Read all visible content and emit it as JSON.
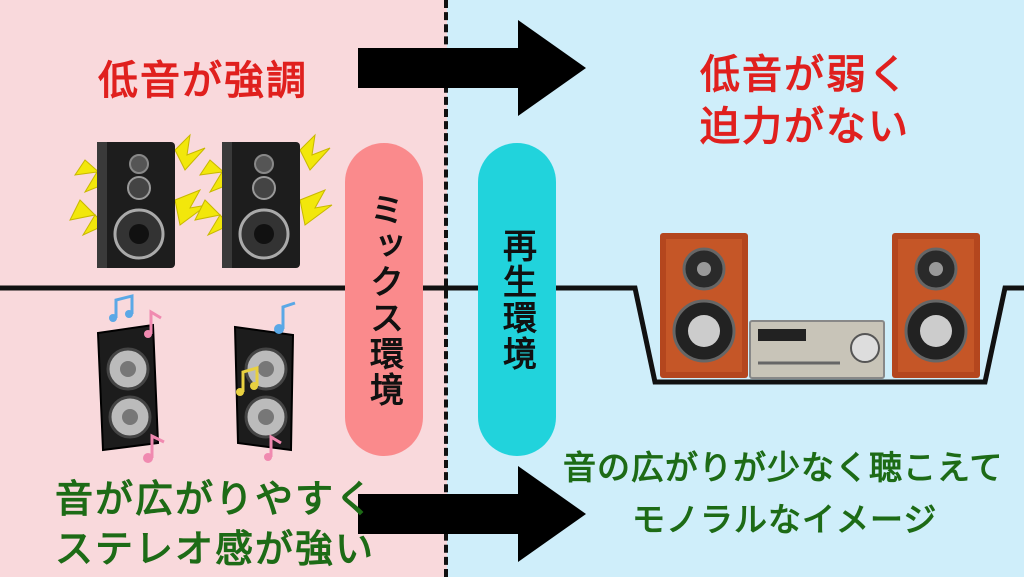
{
  "left_panel": {
    "top_text": "低音が強調",
    "bottom_line1": "音が広がりやすく",
    "bottom_line2": "ステレオ感が強い",
    "pill_label": "ミックス環境",
    "background": "#f9d9dc",
    "pill_color": "#fa8a8c"
  },
  "right_panel": {
    "top_line1": "低音が弱く",
    "top_line2": "迫力がない",
    "bottom_line1": "音の広がりが少なく聴こえて",
    "bottom_line2": "モノラルなイメージ",
    "pill_label": "再生環境",
    "background": "#cfeefa",
    "pill_color": "#21d3dc"
  },
  "colors": {
    "red_text": "#e0201e",
    "green_text": "#1d6b16"
  },
  "icons": [
    "arrow-right-icon",
    "speaker-icon",
    "music-note-icon",
    "stereo-system-icon"
  ]
}
